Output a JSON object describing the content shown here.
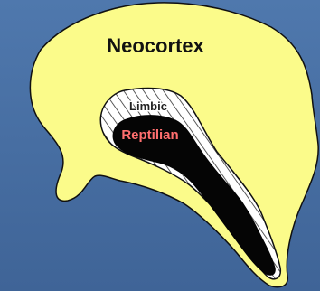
{
  "diagram": {
    "regions": [
      {
        "id": "neocortex",
        "label": "Neocortex",
        "fill": "#fbfb8a",
        "text_color": "#111111"
      },
      {
        "id": "limbic",
        "label": "Limbic",
        "fill": "#ffffff",
        "text_color": "#222222"
      },
      {
        "id": "reptilian",
        "label": "Reptilian",
        "fill": "#050505",
        "text_color": "#ff6f6f"
      }
    ],
    "colors": {
      "background": "#4a6fa5",
      "outline": "#101010",
      "hatch": "#333333"
    }
  }
}
